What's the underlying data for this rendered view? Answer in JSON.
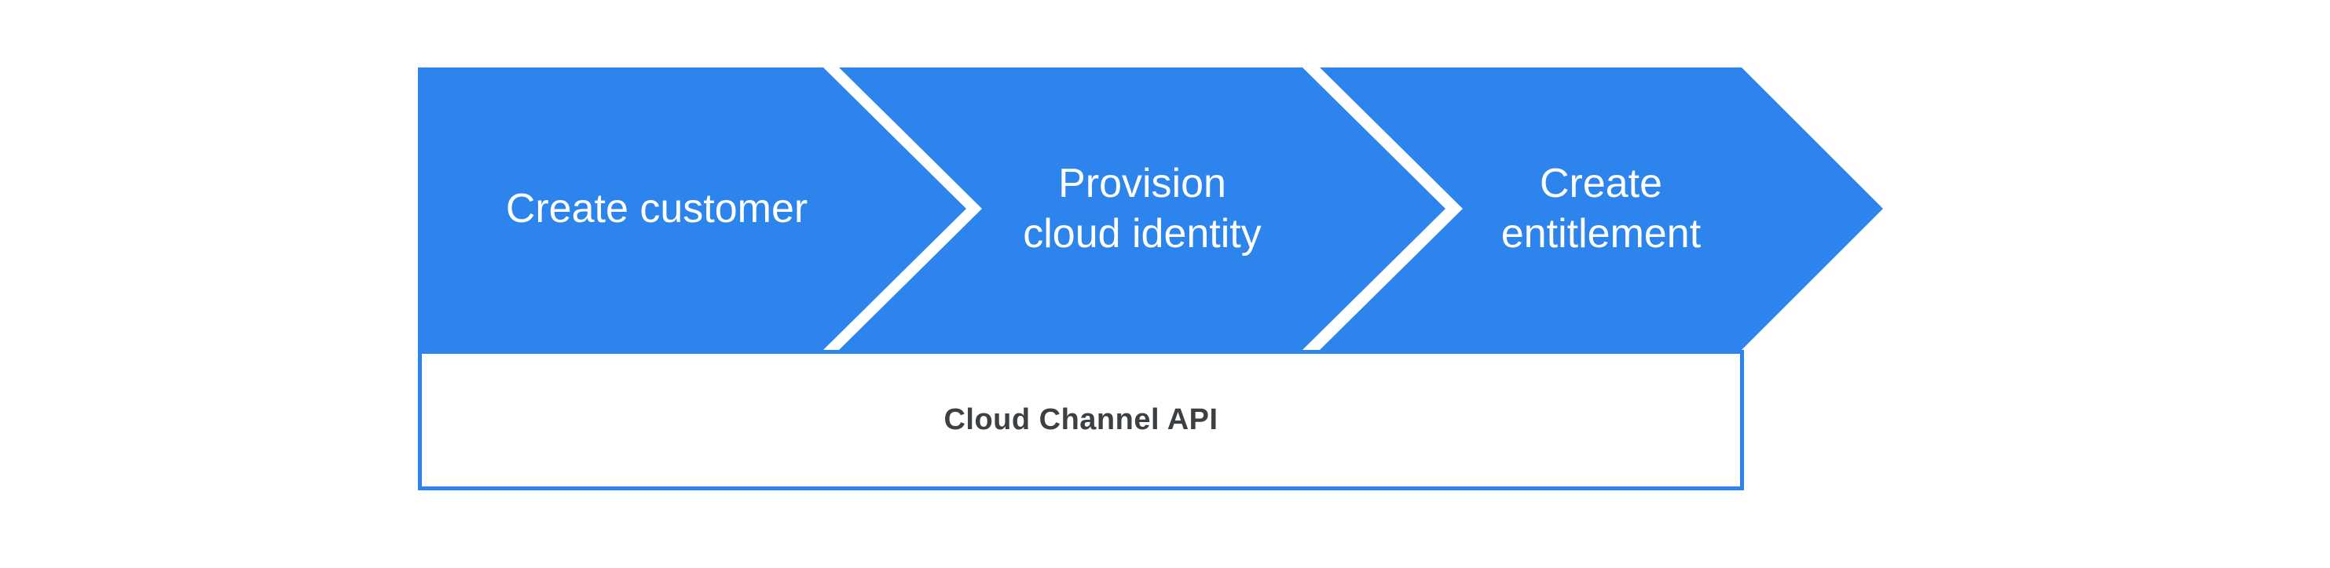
{
  "diagram": {
    "steps": [
      {
        "label": "Create customer"
      },
      {
        "label": "Provision\ncloud identity"
      },
      {
        "label": "Create\nentitlement"
      }
    ],
    "api_box": {
      "label": "Cloud Channel API"
    },
    "colors": {
      "chevron_fill": "#2d84ec",
      "chevron_text": "#ffffff",
      "api_box_border": "#2d84ec",
      "api_box_text": "#3c4043",
      "background": "#ffffff"
    }
  }
}
